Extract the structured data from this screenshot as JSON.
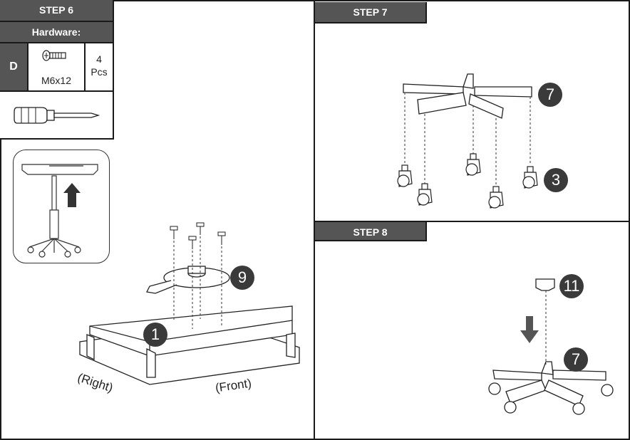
{
  "step6": {
    "title": "STEP 6",
    "hardware_label": "Hardware:",
    "item_letter": "D",
    "item_size": "M6x12",
    "item_qty": "4",
    "item_unit": "Pcs",
    "callout_plate": "9",
    "callout_top": "1",
    "label_right": "(Right)",
    "label_front": "(Front)",
    "icons": [
      "screw-icon",
      "screwdriver-icon",
      "arrow-up-icon"
    ]
  },
  "step7": {
    "title": "STEP 7",
    "callout_base": "7",
    "callout_caster": "3"
  },
  "step8": {
    "title": "STEP 8",
    "callout_cap": "11",
    "callout_base": "7"
  },
  "colors": {
    "tab_bg": "#555555",
    "badge_bg": "#3a3a3a",
    "line": "#1a1a1a"
  }
}
